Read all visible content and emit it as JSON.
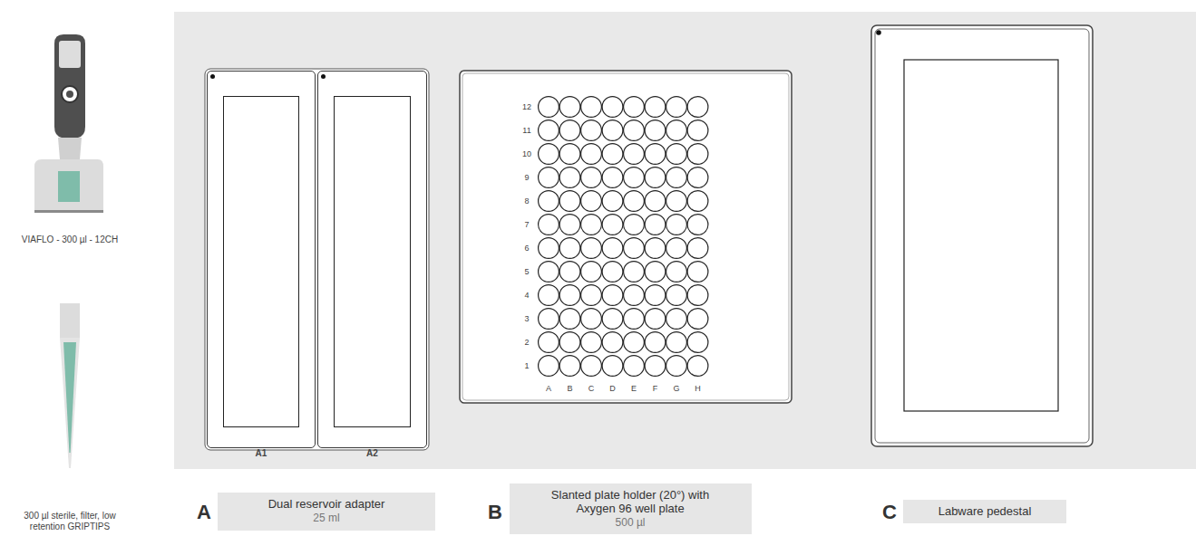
{
  "diagram": {
    "nodes": [
      {
        "text": [
          "A1"
        ]
      },
      {
        "text": [
          "A2"
        ]
      },
      {
        "text": [
          "Dual reservoir adapter",
          "25 ml"
        ]
      },
      {
        "text": [
          "Slanted plate holder (20°) with Axygen 96 well plate",
          "500 µl"
        ]
      },
      {
        "text": [
          "Labware pedestal"
        ]
      }
    ],
    "labels": [
      "VIAFLO - 300 µl - 12CH",
      "300 µl sterile, filter, low retention GRIPTIPS",
      "12",
      "11",
      "10",
      "9",
      "8",
      "7",
      "6",
      "5",
      "4",
      "3",
      "2",
      "1",
      "A",
      "B",
      "C",
      "D",
      "E",
      "F",
      "G",
      "H",
      "A",
      "B",
      "C"
    ]
  }
}
